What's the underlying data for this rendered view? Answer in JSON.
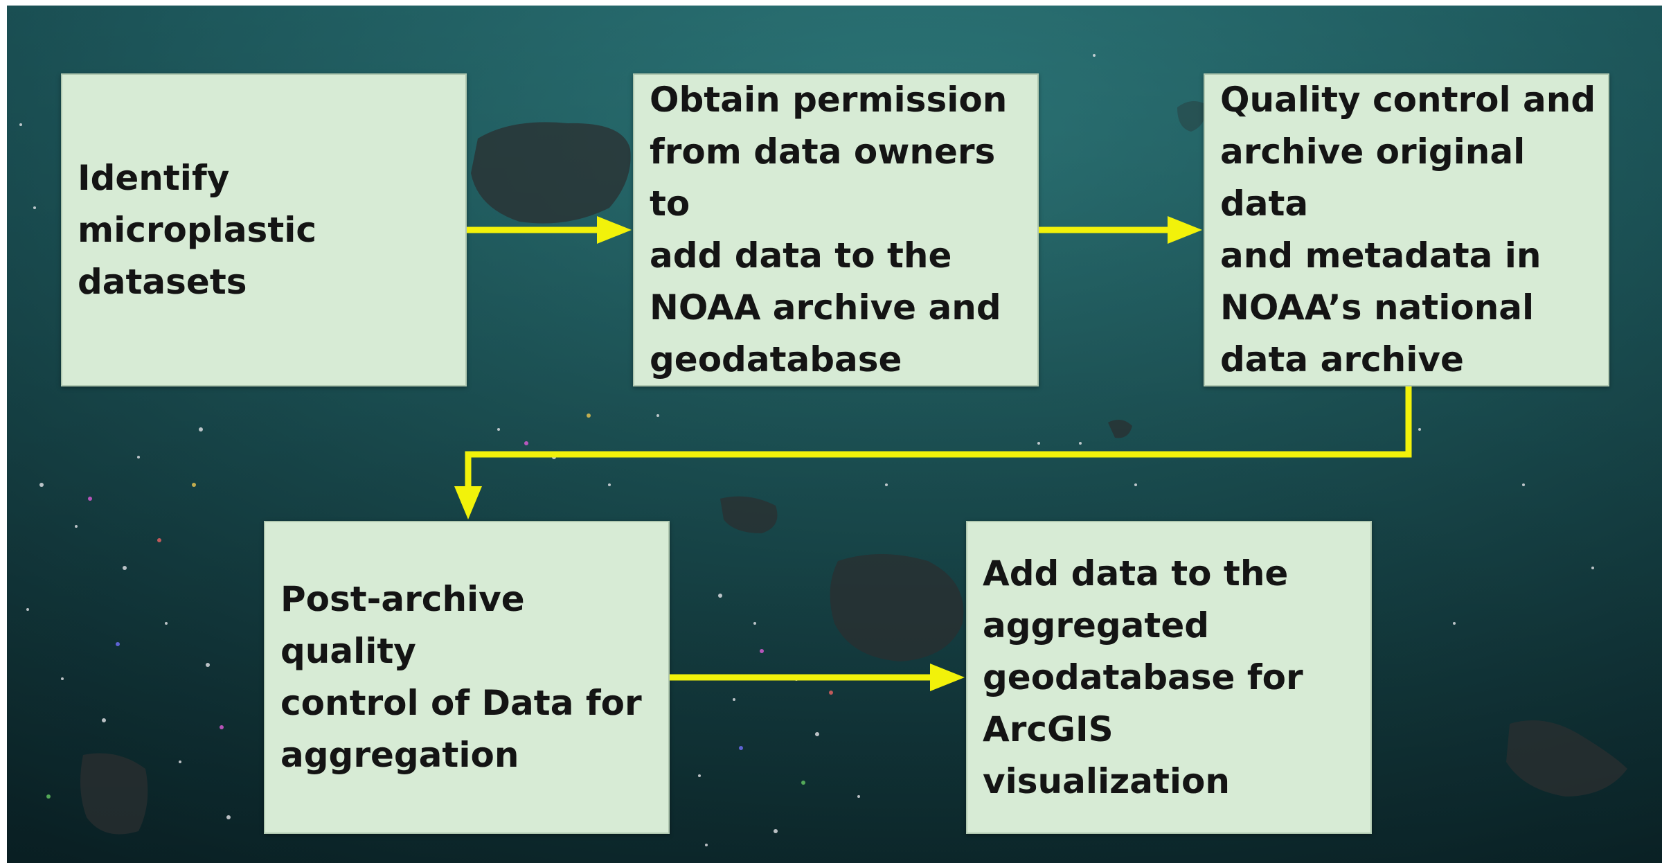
{
  "diagram": {
    "nodes": [
      {
        "id": "n1",
        "text": "Identify microplastic\ndatasets"
      },
      {
        "id": "n2",
        "text": "Obtain permission\nfrom data owners to\nadd data to the\nNOAA archive and\ngeodatabase"
      },
      {
        "id": "n3",
        "text": "Quality control and\narchive original data\nand metadata in\nNOAA’s national\ndata archive"
      },
      {
        "id": "n4",
        "text": "Post-archive quality\ncontrol of Data for\naggregation"
      },
      {
        "id": "n5",
        "text": "Add data to the\naggregated\ngeodatabase for\nArcGIS visualization"
      }
    ],
    "edges": [
      {
        "from": "n1",
        "to": "n2"
      },
      {
        "from": "n2",
        "to": "n3"
      },
      {
        "from": "n3",
        "to": "n4"
      },
      {
        "from": "n4",
        "to": "n5"
      }
    ]
  },
  "colors": {
    "box_fill": "#d7ebd5",
    "arrow": "#f2f20a",
    "background": "#1f5a5e"
  }
}
